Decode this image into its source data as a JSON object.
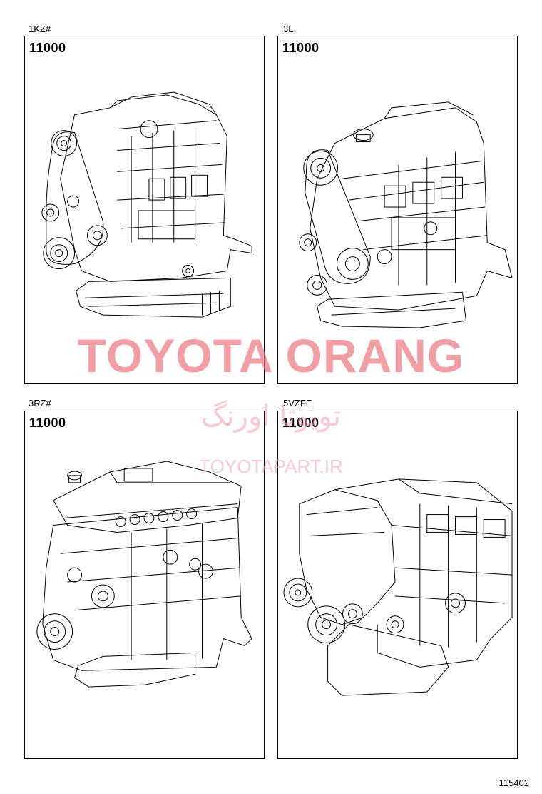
{
  "panels": [
    {
      "engine": "1KZ#",
      "part_number": "11000",
      "illustration": "engine-1kz"
    },
    {
      "engine": "3L",
      "part_number": "11000",
      "illustration": "engine-3l"
    },
    {
      "engine": "3RZ#",
      "part_number": "11000",
      "illustration": "engine-3rz"
    },
    {
      "engine": "5VZFE",
      "part_number": "11000",
      "illustration": "engine-5vzfe"
    }
  ],
  "watermark": {
    "brand": "TOYOTA ORANG",
    "brand_fa": "تویوتا اورنگ",
    "url": "TOYOTAPART.IR",
    "color": "#ec7882"
  },
  "figure_id": "115402"
}
